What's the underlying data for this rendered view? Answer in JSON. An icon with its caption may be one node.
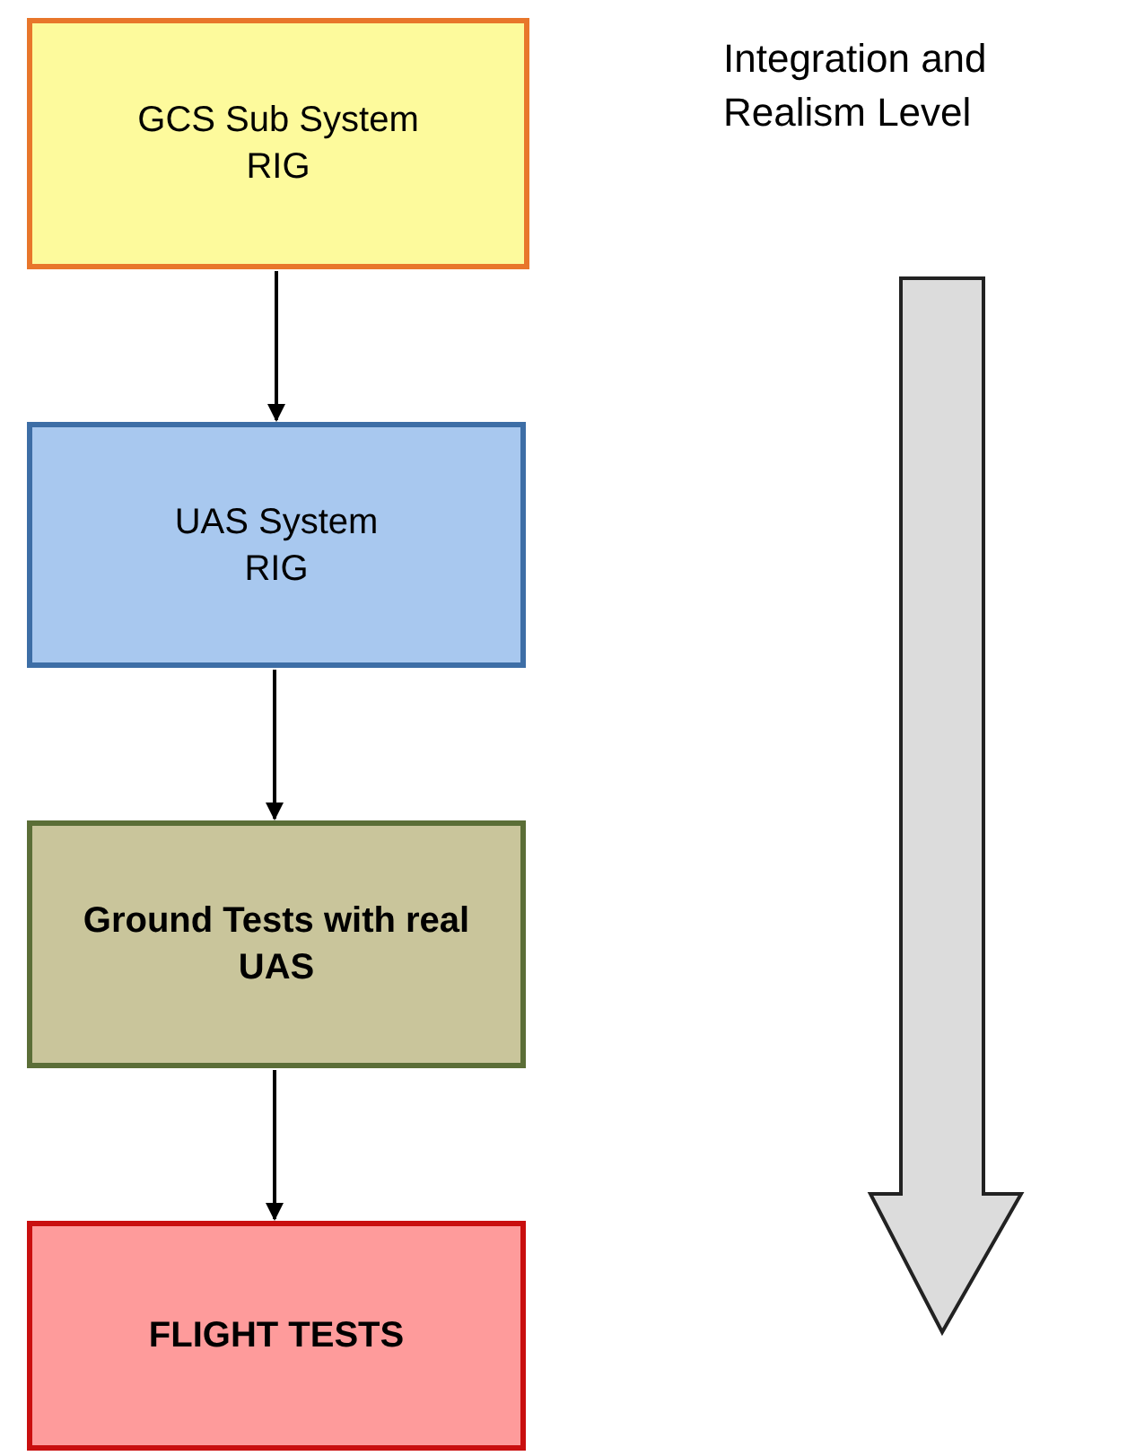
{
  "diagram": {
    "nodes": [
      {
        "text": [
          "GCS Sub System RIG"
        ]
      },
      {
        "text": [
          "UAS System RIG"
        ]
      },
      {
        "text": [
          "Ground Tests with real UAS"
        ]
      },
      {
        "text": [
          "FLIGHT TESTS"
        ]
      }
    ],
    "edges": [
      {
        "from": 0,
        "to": 1,
        "arrow": "to"
      },
      {
        "from": 1,
        "to": 2,
        "arrow": "to"
      },
      {
        "from": 2,
        "to": 3,
        "arrow": "to"
      }
    ],
    "labels": [
      "Integration and Realism Level"
    ]
  }
}
